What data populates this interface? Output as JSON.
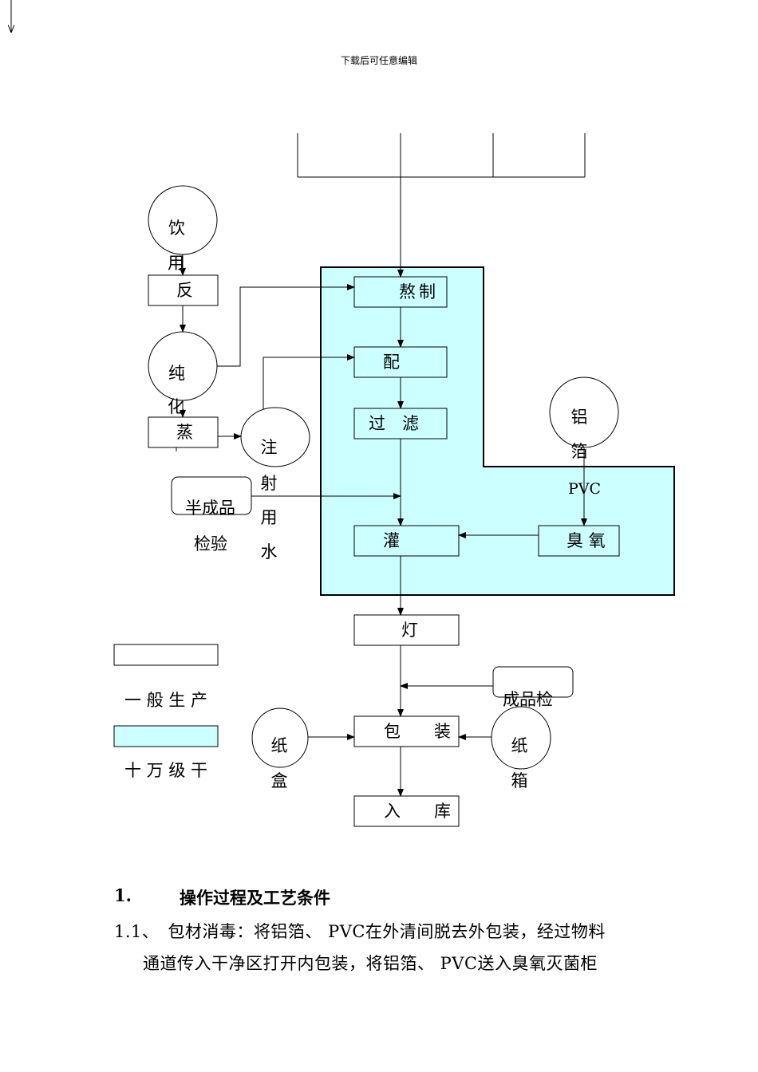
{
  "header": {
    "note": "下载后可任意编辑"
  },
  "colors": {
    "cleanroom": "#ccffff",
    "line": "#000000"
  },
  "diagram": {
    "process_boxes": {
      "boil": "熬制",
      "mix": "配",
      "filter": "过　滤",
      "fill": "灌",
      "ozone": "臭 氧",
      "lamp": "灯",
      "pack": "包　　装",
      "store": "入　　库",
      "reverse": "反",
      "steam": "蒸"
    },
    "circles": {
      "drinking": "饮",
      "drinking_tail": "用",
      "pure": "纯",
      "pure_tail": "化",
      "injection": [
        "注",
        "射",
        "用",
        "水"
      ],
      "foil": [
        "铝",
        "箔",
        "PVC"
      ],
      "carton_box": [
        "纸",
        "盒"
      ],
      "carton_case": [
        "纸",
        "箱"
      ]
    },
    "inspections": {
      "semi": "半成品",
      "semi_tail": "检验",
      "final": "成品检"
    },
    "legend": {
      "general": "一 般 生 产",
      "clean": "十 万 级 干"
    }
  },
  "section": {
    "number": "1.",
    "title": "操作过程及工艺条件"
  },
  "paragraph": {
    "line1": "1.1、　包材消毒：将铝箔、 PVC在外清间脱去外包装，经过物料",
    "line2": "通道传入干净区打开内包装，将铝箔、 PVC送入臭氧灭菌柜"
  }
}
